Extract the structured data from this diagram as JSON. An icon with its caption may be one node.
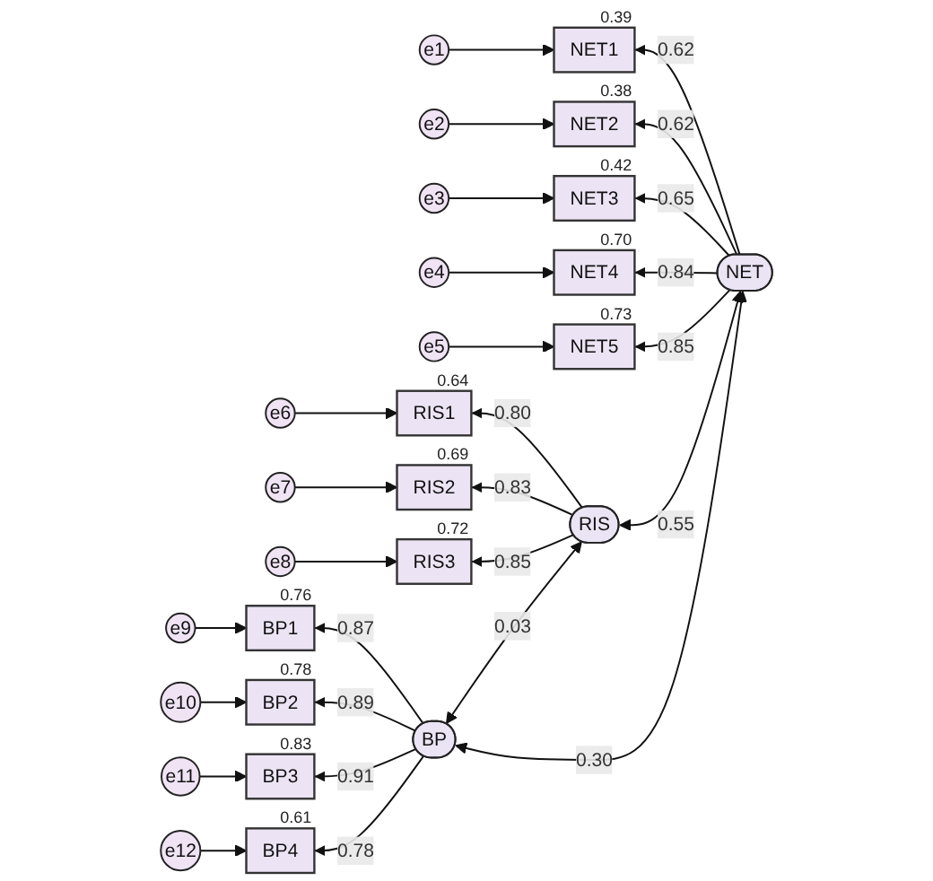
{
  "diagram": {
    "nodes": [
      {
        "text": [
          "e1"
        ]
      },
      {
        "text": [
          "e2"
        ]
      },
      {
        "text": [
          "e3"
        ]
      },
      {
        "text": [
          "e4"
        ]
      },
      {
        "text": [
          "e5"
        ]
      },
      {
        "text": [
          "e6"
        ]
      },
      {
        "text": [
          "e7"
        ]
      },
      {
        "text": [
          "e8"
        ]
      },
      {
        "text": [
          "e9"
        ]
      },
      {
        "text": [
          "e10"
        ]
      },
      {
        "text": [
          "e11"
        ]
      },
      {
        "text": [
          "e12"
        ]
      },
      {
        "text": [
          "NET1"
        ],
        "beside": [
          "0.39"
        ]
      },
      {
        "text": [
          "NET2"
        ],
        "beside": [
          "0.38"
        ]
      },
      {
        "text": [
          "NET3"
        ],
        "beside": [
          "0.42"
        ]
      },
      {
        "text": [
          "NET4"
        ],
        "beside": [
          "0.70"
        ]
      },
      {
        "text": [
          "NET5"
        ],
        "beside": [
          "0.73"
        ]
      },
      {
        "text": [
          "RIS1"
        ],
        "beside": [
          "0.64"
        ]
      },
      {
        "text": [
          "RIS2"
        ],
        "beside": [
          "0.69"
        ]
      },
      {
        "text": [
          "RIS3"
        ],
        "beside": [
          "0.72"
        ]
      },
      {
        "text": [
          "BP1"
        ],
        "beside": [
          "0.76"
        ]
      },
      {
        "text": [
          "BP2"
        ],
        "beside": [
          "0.78"
        ]
      },
      {
        "text": [
          "BP3"
        ],
        "beside": [
          "0.83"
        ]
      },
      {
        "text": [
          "BP4"
        ],
        "beside": [
          "0.61"
        ]
      },
      {
        "text": [
          "NET"
        ]
      },
      {
        "text": [
          "RIS"
        ]
      },
      {
        "text": [
          "BP"
        ]
      }
    ],
    "edges": [
      {
        "from": 0,
        "to": 12,
        "arrow": "to"
      },
      {
        "from": 1,
        "to": 13,
        "arrow": "to"
      },
      {
        "from": 2,
        "to": 14,
        "arrow": "to"
      },
      {
        "from": 3,
        "to": 15,
        "arrow": "to"
      },
      {
        "from": 4,
        "to": 16,
        "arrow": "to"
      },
      {
        "from": 5,
        "to": 17,
        "arrow": "to"
      },
      {
        "from": 6,
        "to": 18,
        "arrow": "to"
      },
      {
        "from": 7,
        "to": 19,
        "arrow": "to"
      },
      {
        "from": 8,
        "to": 20,
        "arrow": "to"
      },
      {
        "from": 9,
        "to": 21,
        "arrow": "to"
      },
      {
        "from": 10,
        "to": 22,
        "arrow": "to"
      },
      {
        "from": 11,
        "to": 23,
        "arrow": "to"
      },
      {
        "from": 24,
        "to": 12,
        "arrow": "to",
        "label": "0.62"
      },
      {
        "from": 24,
        "to": 13,
        "arrow": "to",
        "label": "0.62"
      },
      {
        "from": 24,
        "to": 14,
        "arrow": "to",
        "label": "0.65"
      },
      {
        "from": 24,
        "to": 15,
        "arrow": "to",
        "label": "0.84"
      },
      {
        "from": 24,
        "to": 16,
        "arrow": "to",
        "label": "0.85"
      },
      {
        "from": 25,
        "to": 17,
        "arrow": "to",
        "label": "0.80"
      },
      {
        "from": 25,
        "to": 18,
        "arrow": "to",
        "label": "0.83"
      },
      {
        "from": 25,
        "to": 19,
        "arrow": "to",
        "label": "0.85"
      },
      {
        "from": 26,
        "to": 20,
        "arrow": "to",
        "label": "0.87"
      },
      {
        "from": 26,
        "to": 21,
        "arrow": "to",
        "label": "0.89"
      },
      {
        "from": 26,
        "to": 22,
        "arrow": "to",
        "label": "0.91"
      },
      {
        "from": 26,
        "to": 23,
        "arrow": "to",
        "label": "0.78"
      },
      {
        "from": 25,
        "to": 24,
        "arrow": "both",
        "label": "0.55"
      },
      {
        "from": 26,
        "to": 25,
        "arrow": "both",
        "label": "0.03"
      },
      {
        "from": 26,
        "to": 24,
        "arrow": "both",
        "label": "0.30"
      }
    ]
  }
}
